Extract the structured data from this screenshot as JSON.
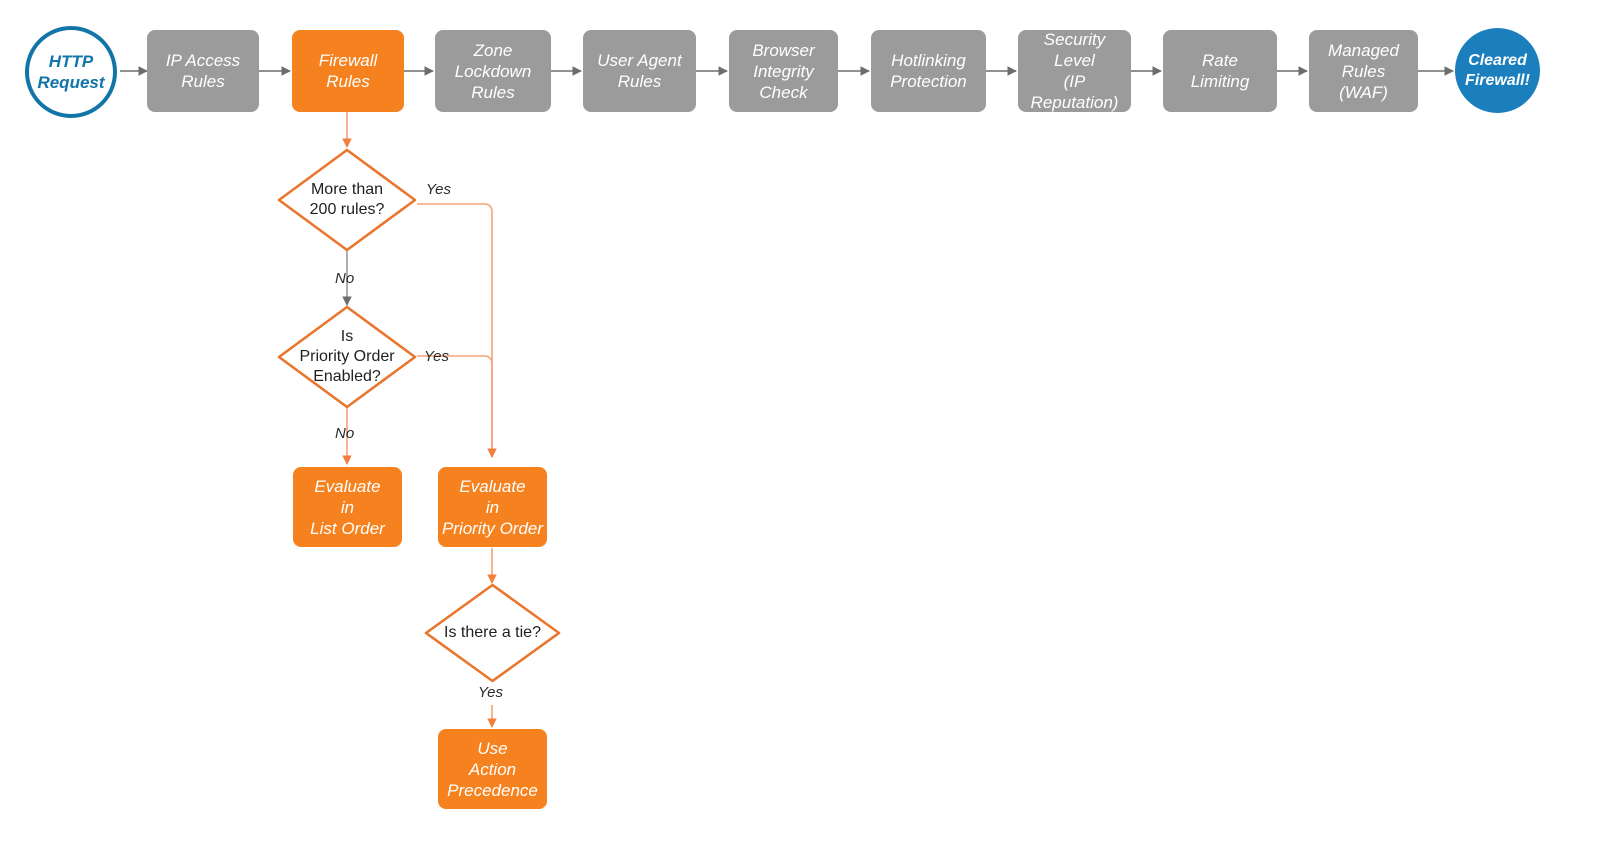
{
  "diagram": {
    "title": "Cloudflare Firewall Rules Evaluation Order",
    "colors": {
      "gray_fill": "#9b9b9b",
      "orange_fill": "#f6821f",
      "orange_stroke": "#e8762c",
      "salmon_connector": "#f5a278",
      "gray_connector": "#6d6d6d",
      "blue_stroke": "#1175a8",
      "blue_fill": "#1b7fbd",
      "text_dark": "#1f1f1f",
      "text_white": "#ffffff",
      "background": "#ffffff"
    }
  },
  "pipeline": {
    "start": {
      "label": "HTTP\nRequest",
      "shape": "circle-outline"
    },
    "steps": [
      {
        "label": "IP Access\nRules",
        "shape": "rounded-rect",
        "color": "gray"
      },
      {
        "label": "Firewall\nRules",
        "shape": "rounded-rect",
        "color": "orange"
      },
      {
        "label": "Zone\nLockdown\nRules",
        "shape": "rounded-rect",
        "color": "gray"
      },
      {
        "label": "User Agent\nRules",
        "shape": "rounded-rect",
        "color": "gray"
      },
      {
        "label": "Browser\nIntegrity\nCheck",
        "shape": "rounded-rect",
        "color": "gray"
      },
      {
        "label": "Hotlinking\nProtection",
        "shape": "rounded-rect",
        "color": "gray"
      },
      {
        "label": "Security\nLevel\n(IP Reputation)",
        "shape": "rounded-rect",
        "color": "gray"
      },
      {
        "label": "Rate\nLimiting",
        "shape": "rounded-rect",
        "color": "gray"
      },
      {
        "label": "Managed\nRules\n(WAF)",
        "shape": "rounded-rect",
        "color": "gray"
      }
    ],
    "end": {
      "label": "Cleared\nFirewall!",
      "shape": "circle-filled"
    }
  },
  "decisions": [
    {
      "id": "more-than-200-rules",
      "label": "More than\n200 rules?"
    },
    {
      "id": "is-priority-order-enabled",
      "label": "Is\nPriority Order\nEnabled?"
    },
    {
      "id": "is-there-a-tie",
      "label": "Is there a tie?"
    }
  ],
  "outcomes": [
    {
      "id": "evaluate-list-order",
      "label": "Evaluate\nin\nList Order"
    },
    {
      "id": "evaluate-priority-order",
      "label": "Evaluate\nin\nPriority Order"
    },
    {
      "id": "use-action-precedence",
      "label": "Use\nAction\nPrecedence"
    }
  ],
  "edge_labels": {
    "rules_yes": "Yes",
    "rules_no": "No",
    "priority_yes": "Yes",
    "priority_no": "No",
    "tie_yes": "Yes"
  }
}
